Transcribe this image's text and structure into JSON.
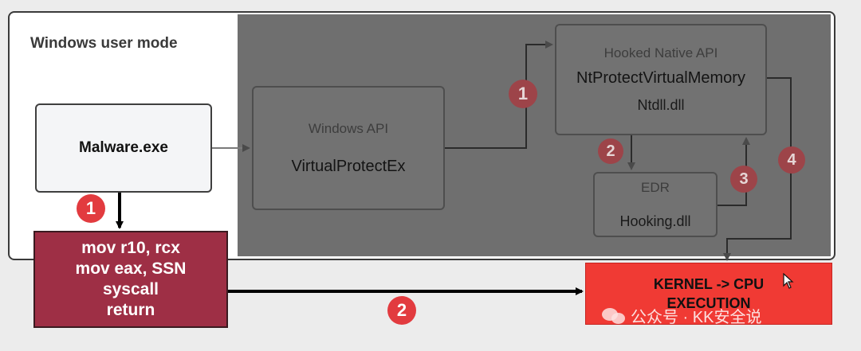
{
  "frame": {
    "title": "Windows user mode"
  },
  "malware": {
    "label": "Malware.exe"
  },
  "windows_api": {
    "header": "Windows API",
    "function": "VirtualProtectEx"
  },
  "hooked_api": {
    "header": "Hooked Native API",
    "function": "NtProtectVirtualMemory",
    "module": "Ntdll.dll"
  },
  "edr": {
    "header": "EDR",
    "module": "Hooking.dll"
  },
  "stub": {
    "lines": [
      "mov r10, rcx",
      "mov eax, SSN",
      "syscall",
      "return"
    ]
  },
  "kernel": {
    "lines": [
      "KERNEL -> CPU",
      "EXECUTION"
    ]
  },
  "badges": {
    "direct_1": "1",
    "direct_2": "2",
    "hook_1": "1",
    "hook_2": "2",
    "hook_3": "3",
    "hook_4": "4"
  },
  "watermark": {
    "text": "公众号 · KK安全说",
    "icon": "wechat-icon"
  },
  "colors": {
    "stub_fill": "#9e2f45",
    "kernel_fill": "#f03a34",
    "badge_red": "#e23b3f",
    "gray_overlay": "#6f6f6f"
  }
}
